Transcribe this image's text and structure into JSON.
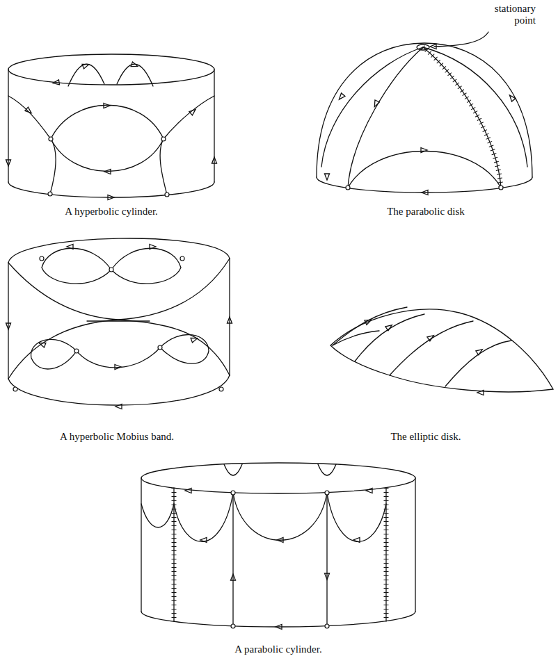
{
  "diagram": {
    "labels": [
      "stationary point",
      "A hyperbolic cylinder.",
      "The parabolic disk",
      "A hyperbolic Mobius band.",
      "The elliptic disk.",
      "A parabolic cylinder."
    ]
  }
}
